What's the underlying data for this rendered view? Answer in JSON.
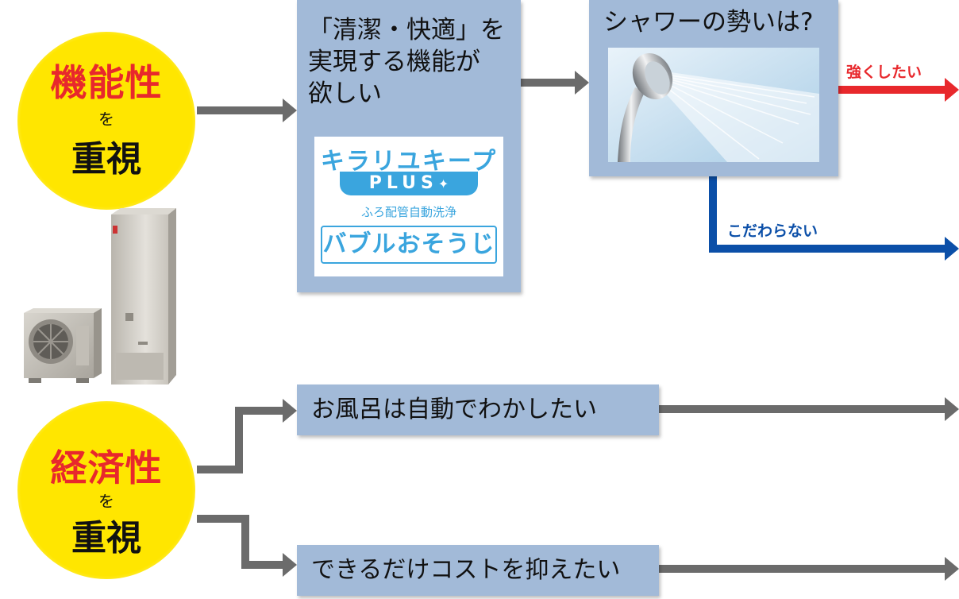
{
  "circles": [
    {
      "main": "機能性",
      "particle": "を",
      "emphasis": "重視"
    },
    {
      "main": "経済性",
      "particle": "を",
      "emphasis": "重視"
    }
  ],
  "features_box": {
    "text_lines": [
      "「清潔・快適」を",
      "実現する機能が",
      "欲しい"
    ],
    "logo": {
      "title": "キラリユキープ",
      "plus": "PLUS",
      "subtitle": "ふろ配管自動洗浄",
      "badge": "バブルおそうじ"
    }
  },
  "shower_box": {
    "question": "シャワーの勢いは?"
  },
  "branches": {
    "strong": "強くしたい",
    "no_pref": "こだわらない"
  },
  "economy_rows": [
    "お風呂は自動でわかしたい",
    "できるだけコストを抑えたい"
  ],
  "colors": {
    "red_arrow": "#e8282c",
    "blue_arrow": "#0b4fa8",
    "gray_arrow": "#6b6b6b",
    "box": "#a2bad8",
    "circle": "#ffe600"
  }
}
